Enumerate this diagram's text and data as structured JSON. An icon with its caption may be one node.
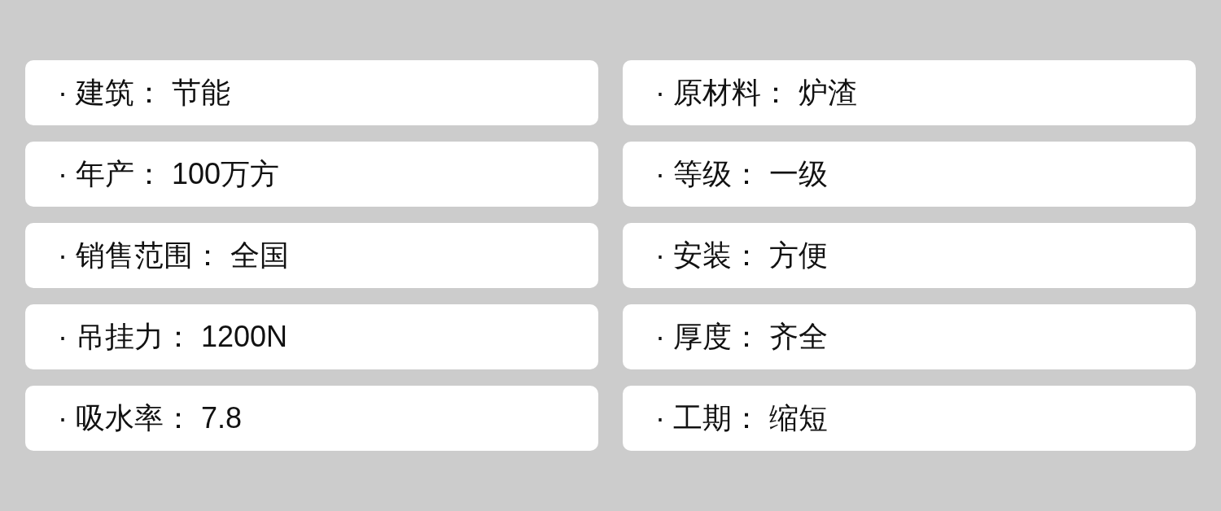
{
  "diagram": {
    "nodes": [
      {
        "text": [
          "· 建筑： 节能"
        ]
      },
      {
        "text": [
          "· 原材料： 炉渣"
        ]
      },
      {
        "text": [
          "· 年产： 100万方"
        ]
      },
      {
        "text": [
          "· 等级： 一级"
        ]
      },
      {
        "text": [
          "· 销售范围： 全国"
        ]
      },
      {
        "text": [
          "· 安装： 方便"
        ]
      },
      {
        "text": [
          "· 吊挂力： 1200N"
        ]
      },
      {
        "text": [
          "· 厚度： 齐全"
        ]
      },
      {
        "text": [
          "· 吸水率： 7.8"
        ]
      },
      {
        "text": [
          "· 工期： 缩短"
        ]
      }
    ]
  }
}
